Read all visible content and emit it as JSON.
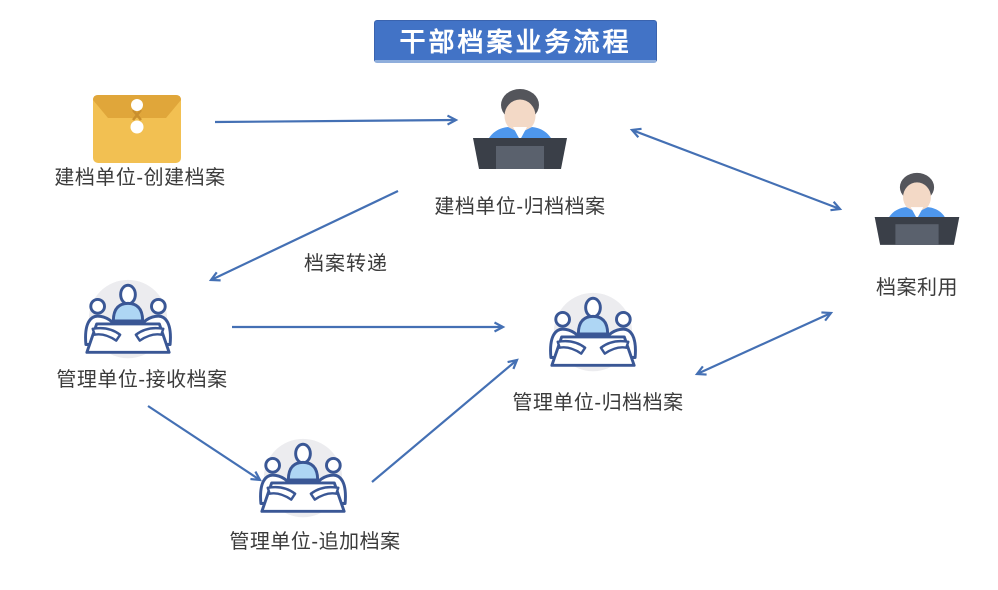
{
  "title": "干部档案业务流程",
  "colors": {
    "banner_bg": "#4273C6",
    "banner_text": "#FFFFFF",
    "arrow": "#4470B4",
    "label_text": "#3B3B3B",
    "envelope_body": "#F2C052",
    "envelope_flap": "#E0A63A",
    "meeting_outline": "#3A5795",
    "meeting_circle_bg": "#ECECEF",
    "meeting_center_fill": "#AED6F4",
    "person_jacket": "#4E97ED",
    "person_hair": "#54555B",
    "person_skin": "#F3D9C6",
    "desk": "#3A3F48",
    "laptop": "#5A616D"
  },
  "nodes": [
    {
      "id": "create",
      "label": "建档单位-创建档案",
      "icon": "envelope-icon"
    },
    {
      "id": "unit-archive",
      "label": "建档单位-归档档案",
      "icon": "person-desk-icon"
    },
    {
      "id": "usage",
      "label": "档案利用",
      "icon": "person-desk-icon"
    },
    {
      "id": "receive",
      "label": "管理单位-接收档案",
      "icon": "meeting-icon"
    },
    {
      "id": "mgmt-archive",
      "label": "管理单位-归档档案",
      "icon": "meeting-icon"
    },
    {
      "id": "append",
      "label": "管理单位-追加档案",
      "icon": "meeting-icon"
    }
  ],
  "edges": [
    {
      "from": "建档单位-创建档案",
      "to": "建档单位-归档档案",
      "direction": "single",
      "label": ""
    },
    {
      "from": "建档单位-归档档案",
      "to": "档案利用",
      "direction": "double",
      "label": ""
    },
    {
      "from": "建档单位-归档档案",
      "to": "管理单位-接收档案",
      "direction": "single",
      "label": "档案转递"
    },
    {
      "from": "管理单位-接收档案",
      "to": "管理单位-归档档案",
      "direction": "single",
      "label": ""
    },
    {
      "from": "管理单位-接收档案",
      "to": "管理单位-追加档案",
      "direction": "single",
      "label": ""
    },
    {
      "from": "管理单位-追加档案",
      "to": "管理单位-归档档案",
      "direction": "single",
      "label": ""
    },
    {
      "from": "管理单位-归档档案",
      "to": "档案利用",
      "direction": "double",
      "label": ""
    }
  ]
}
